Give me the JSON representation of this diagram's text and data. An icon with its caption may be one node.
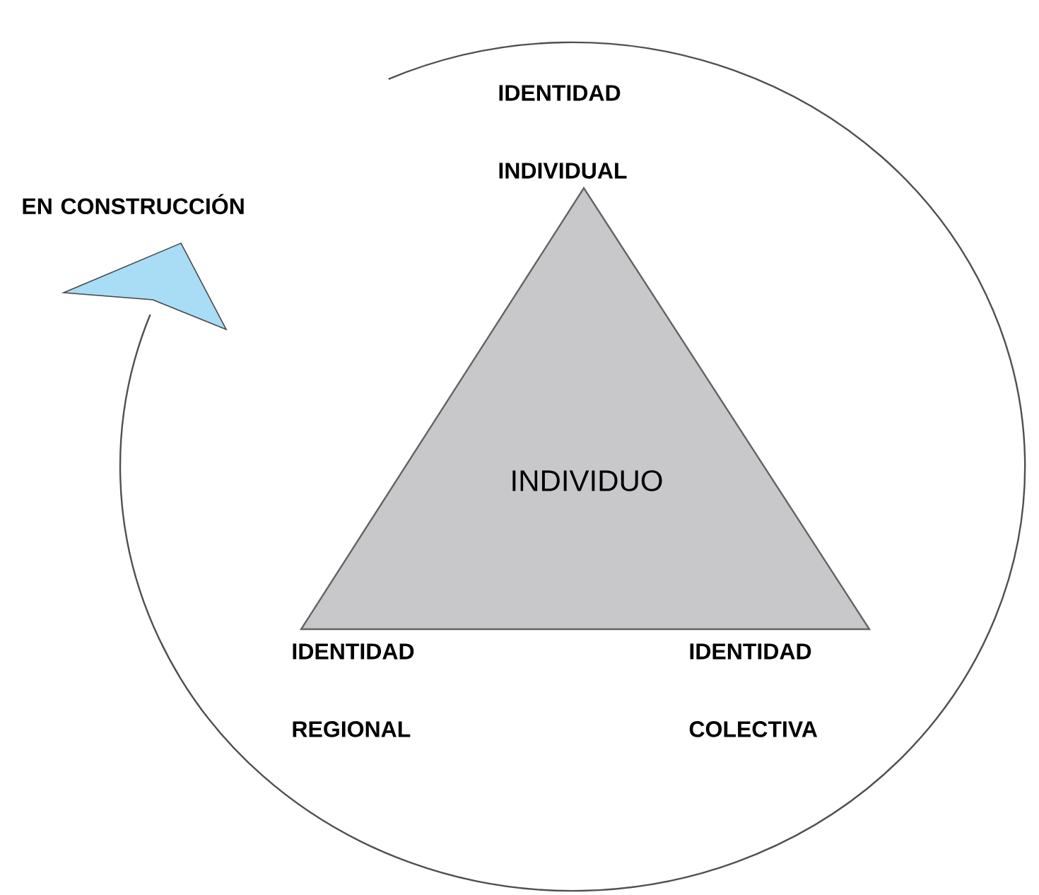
{
  "diagram": {
    "nodes": [
      {
        "text": [
          "INDIVIDUO"
        ],
        "beside": [
          "IDENTIDAD INDIVIDUAL",
          "IDENTIDAD REGIONAL",
          "IDENTIDAD COLECTIVA"
        ]
      }
    ],
    "labels": [
      "EN CONSTRUCCIÓN"
    ]
  }
}
